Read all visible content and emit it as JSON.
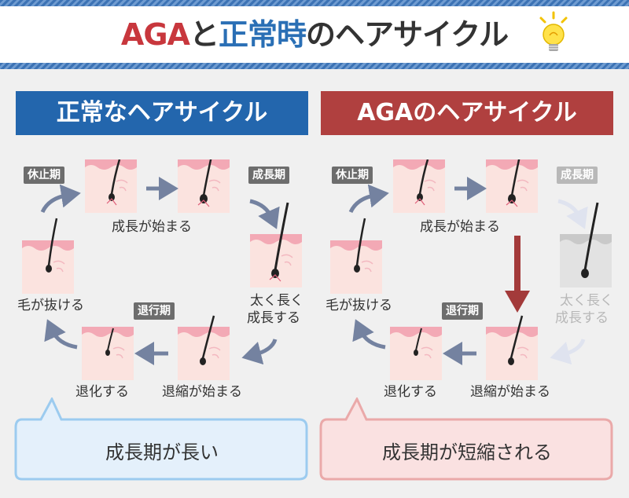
{
  "title": {
    "part1": "AGA",
    "part2": "と",
    "part3": "正常時",
    "part4": "のヘアサイクル"
  },
  "colors": {
    "blue": "#2366ad",
    "red": "#b0403f",
    "skin": "#fbe3df",
    "skin_top": "#f3a9b5",
    "label_bg": "#6d6d6d"
  },
  "left": {
    "header": "正常なヘアサイクル",
    "labels": {
      "rest": "休止期",
      "growth": "成長期",
      "regression": "退行期"
    },
    "captions": {
      "start": "成長が始まる",
      "thick_long_1": "太く長く",
      "thick_long_2": "成長する",
      "shrink": "退縮が始まる",
      "regress": "退化する",
      "fall": "毛が抜ける"
    },
    "bubble": "成長期が長い"
  },
  "right": {
    "header": "AGAのヘアサイクル",
    "labels": {
      "rest": "休止期",
      "growth": "成長期",
      "regression": "退行期"
    },
    "captions": {
      "start": "成長が始まる",
      "thick_long_1": "太く長く",
      "thick_long_2": "成長する",
      "shrink": "退縮が始まる",
      "regress": "退化する",
      "fall": "毛が抜ける"
    },
    "bubble": "成長期が短縮される"
  }
}
